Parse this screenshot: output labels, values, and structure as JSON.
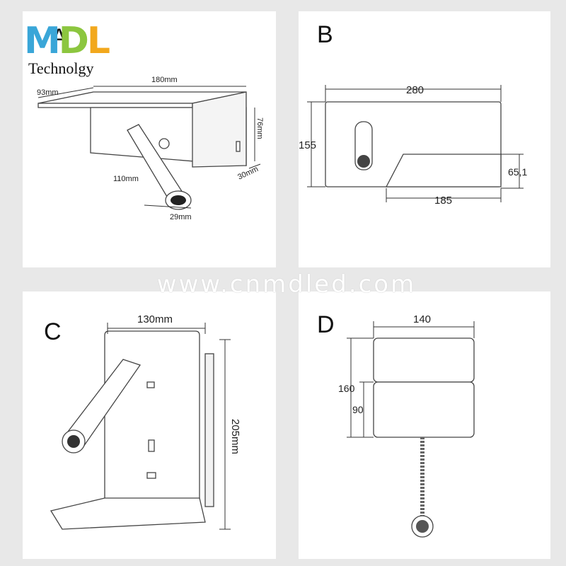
{
  "logo": {
    "letters": [
      "M",
      "D",
      "L"
    ],
    "subtitle": "Technolgy",
    "colors": {
      "m": "#3aa6d8",
      "d": "#8cc63f",
      "l": "#f2a81d"
    }
  },
  "watermark": "www.cnmdled.com",
  "panels": {
    "A": {
      "label": "A",
      "dims": {
        "depth": "93mm",
        "width": "180mm",
        "height": "76mm",
        "thickness": "30mm",
        "arm": "110mm",
        "head": "29mm"
      }
    },
    "B": {
      "label": "B",
      "dims": {
        "width": "280",
        "height": "155",
        "shelf_height": "65,1",
        "shelf_width": "185"
      }
    },
    "C": {
      "label": "C",
      "dims": {
        "width": "130mm",
        "height": "205mm"
      }
    },
    "D": {
      "label": "D",
      "dims": {
        "width": "140",
        "total_height": "160",
        "body_height": "90"
      }
    }
  }
}
